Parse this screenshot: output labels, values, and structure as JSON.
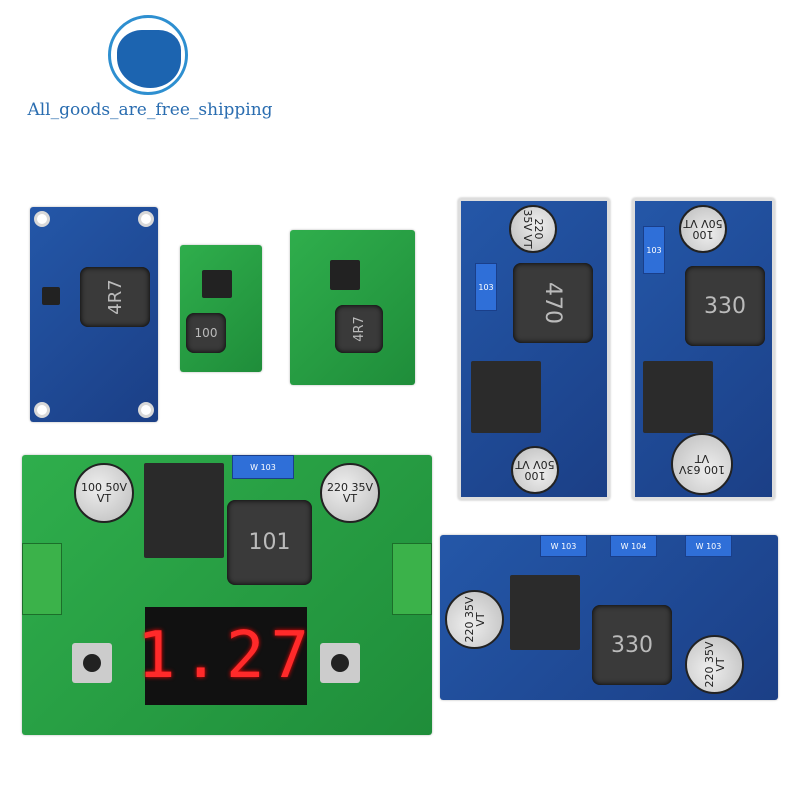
{
  "logo": {
    "text": "All_goods_are_free_shipping",
    "icon": "globe-icon",
    "color": "#2a6db0"
  },
  "boards": {
    "blue_small": {
      "inductor": "4R7"
    },
    "mini_green": {
      "inductor": "100"
    },
    "green_4r7": {
      "inductor": "4R7"
    },
    "blue_470": {
      "inductor": "470",
      "cap_top": "220 35V VT",
      "cap_bottom": "100 50V VT",
      "pot": "103"
    },
    "blue_330": {
      "inductor": "330",
      "cap_top": "100 50V VT",
      "cap_bottom": "100 63V VT",
      "pot": "103"
    },
    "green_display": {
      "inductor": "101",
      "cap_left": "100 50V VT",
      "cap_right": "220 35V VT",
      "pot": "W 103",
      "display": "1.27",
      "display_color": "#ff2a2a"
    },
    "blue_cc_cv": {
      "inductor": "330",
      "cap_left": "220 35V VT",
      "cap_right": "220 35V VT",
      "pots": [
        "W 103",
        "W 104",
        "W 103"
      ]
    }
  }
}
